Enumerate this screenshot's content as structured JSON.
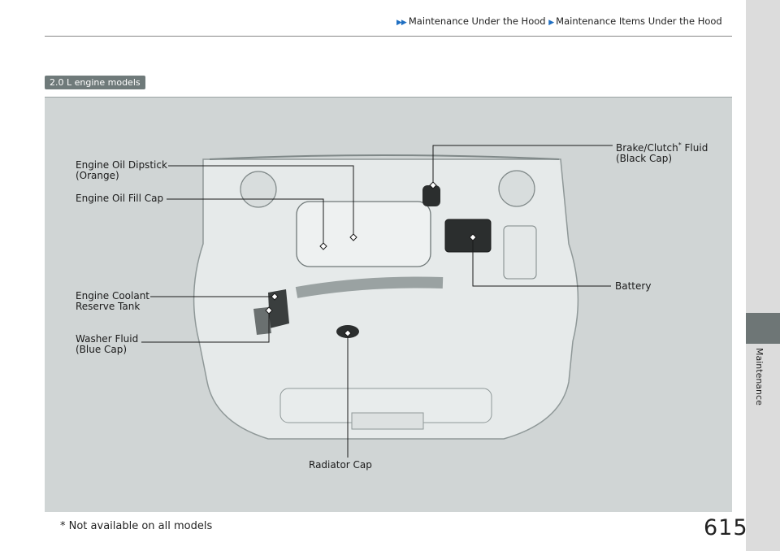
{
  "breadcrumb": {
    "part1": "Maintenance Under the Hood",
    "part2": "Maintenance Items Under the Hood"
  },
  "badge": "2.0 L engine models",
  "side_tab": "Maintenance",
  "labels": {
    "dipstick_l1": "Engine Oil Dipstick",
    "dipstick_l2": "(Orange)",
    "fillcap": "Engine Oil Fill Cap",
    "coolant_l1": "Engine Coolant",
    "coolant_l2": "Reserve Tank",
    "washer_l1": "Washer Fluid",
    "washer_l2": "(Blue Cap)",
    "brake_l1a": "Brake/Clutch",
    "brake_mark": "*",
    "brake_l1b": " Fluid",
    "brake_l2": "(Black Cap)",
    "battery": "Battery",
    "radiator": "Radiator Cap"
  },
  "footnote": {
    "mark": "*",
    "text": " Not available on all models"
  },
  "page_number": "615",
  "colors": {
    "accent_arrow": "#1f6fc2",
    "panel": "#d0d5d5",
    "badge": "#6f7a7a"
  }
}
